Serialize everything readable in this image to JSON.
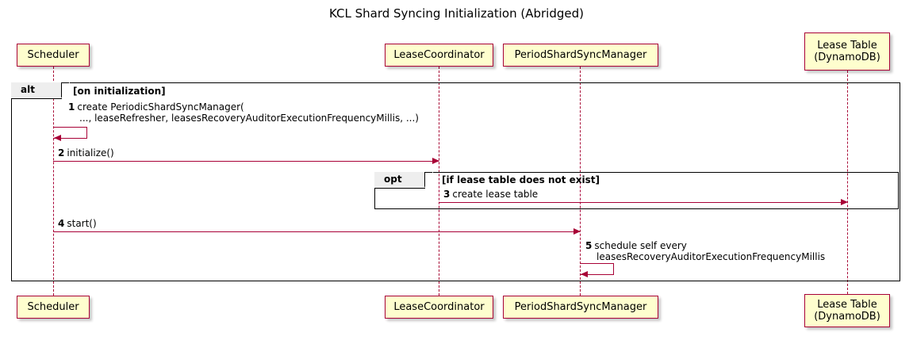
{
  "title": "KCL Shard Syncing Initialization (Abridged)",
  "participants": [
    {
      "id": "scheduler",
      "name": "Scheduler",
      "lines": [
        "Scheduler"
      ]
    },
    {
      "id": "lease-coordinator",
      "name": "LeaseCoordinator",
      "lines": [
        "LeaseCoordinator"
      ]
    },
    {
      "id": "period-shard-sync-manager",
      "name": "PeriodShardSyncManager",
      "lines": [
        "PeriodShardSyncManager"
      ]
    },
    {
      "id": "lease-table",
      "name": "Lease Table (DynamoDB)",
      "lines": [
        "Lease Table",
        "(DynamoDB)"
      ]
    }
  ],
  "fragments": [
    {
      "id": "alt",
      "operator": "alt",
      "guard": "[on initialization]"
    },
    {
      "id": "opt",
      "operator": "opt",
      "guard": "[if lease table does not exist]"
    }
  ],
  "messages": [
    {
      "number": "1",
      "from": "Scheduler",
      "to": "Scheduler",
      "self": true,
      "lines": [
        "create PeriodicShardSyncManager(",
        "..., leaseRefresher, leasesRecoveryAuditorExecutionFrequencyMillis, ...)"
      ]
    },
    {
      "number": "2",
      "from": "Scheduler",
      "to": "LeaseCoordinator",
      "self": false,
      "lines": [
        "initialize()"
      ]
    },
    {
      "number": "3",
      "from": "LeaseCoordinator",
      "to": "Lease Table (DynamoDB)",
      "self": false,
      "lines": [
        "create lease table"
      ]
    },
    {
      "number": "4",
      "from": "Scheduler",
      "to": "PeriodShardSyncManager",
      "self": false,
      "lines": [
        "start()"
      ]
    },
    {
      "number": "5",
      "from": "PeriodShardSyncManager",
      "to": "PeriodShardSyncManager",
      "self": true,
      "lines": [
        "schedule self every",
        "leasesRecoveryAuditorExecutionFrequencyMillis"
      ]
    }
  ],
  "colors": {
    "participant_fill": "#FEFECE",
    "participant_border": "#A80036",
    "arrow": "#A80036",
    "fragment_border": "#000000",
    "fragment_tab_fill": "#EEEEEE",
    "background": "#FFFFFF",
    "text": "#000000"
  }
}
